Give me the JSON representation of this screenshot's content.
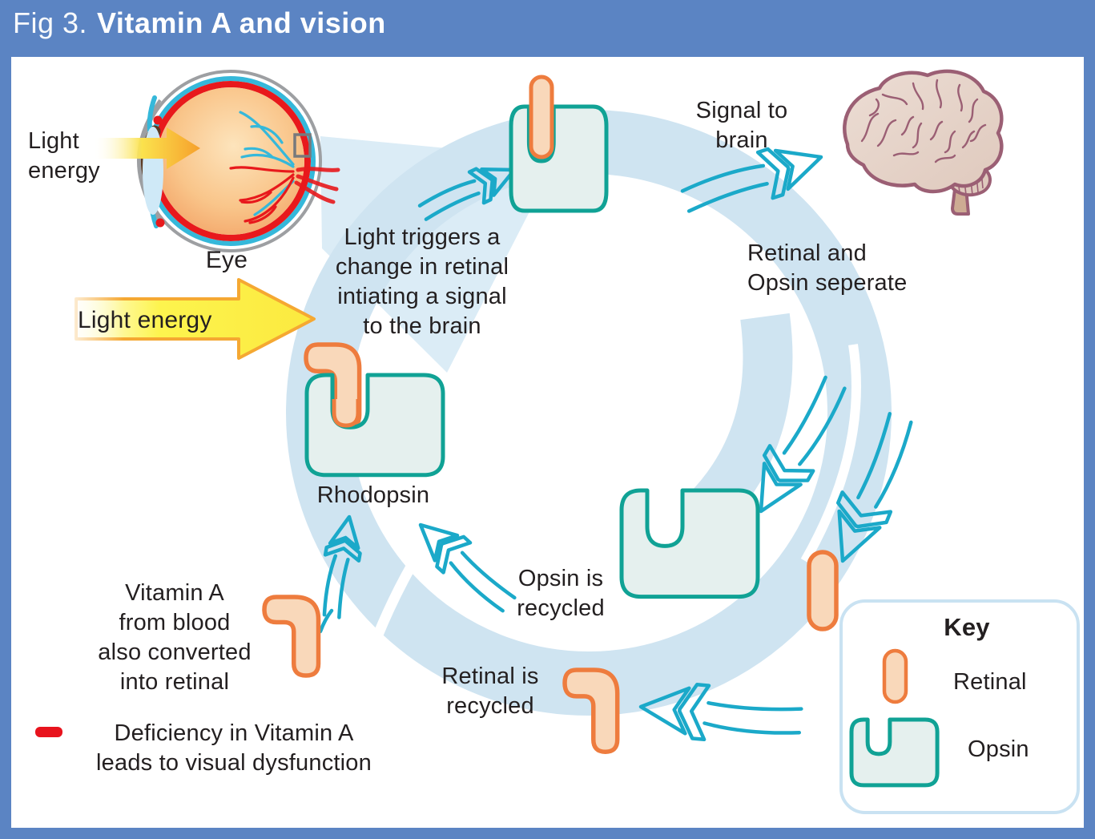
{
  "header": {
    "fig_label": "Fig 3.",
    "title": "Vitamin A and vision"
  },
  "labels": {
    "light_energy_top": "Light\nenergy",
    "eye": "Eye",
    "light_energy_main": "Light energy",
    "light_triggers": "Light triggers a\nchange in retinal\nintiating a signal\nto the brain",
    "signal_to_brain": "Signal to\nbrain",
    "retinal_opsin_separate": "Retinal and\nOpsin seperate",
    "rhodopsin": "Rhodopsin",
    "opsin_recycled": "Opsin is\nrecycled",
    "retinal_recycled": "Retinal is\nrecycled",
    "vitamin_a": "Vitamin A\nfrom blood\nalso converted\ninto retinal",
    "deficiency": "Deficiency in Vitamin A\nleads to visual dysfunction"
  },
  "key": {
    "title": "Key",
    "items": [
      {
        "label": "Retinal"
      },
      {
        "label": "Opsin"
      }
    ]
  },
  "colors": {
    "frame_blue": "#5b84c3",
    "cycle_band": "#cfe4f1",
    "arrow_teal": "#1ba9c9",
    "opsin_teal": "#10a295",
    "retinal_orange": "#ee7c3e",
    "retinal_fill": "#f9d8ba",
    "light_yellow": "#fdee4a",
    "yellow_edge": "#f5a832",
    "deficiency_red": "#e8131d",
    "brain_outline": "#9b5f74",
    "eye_red": "#e8191c",
    "eye_cyan": "#35b8da",
    "text": "#231f20"
  }
}
